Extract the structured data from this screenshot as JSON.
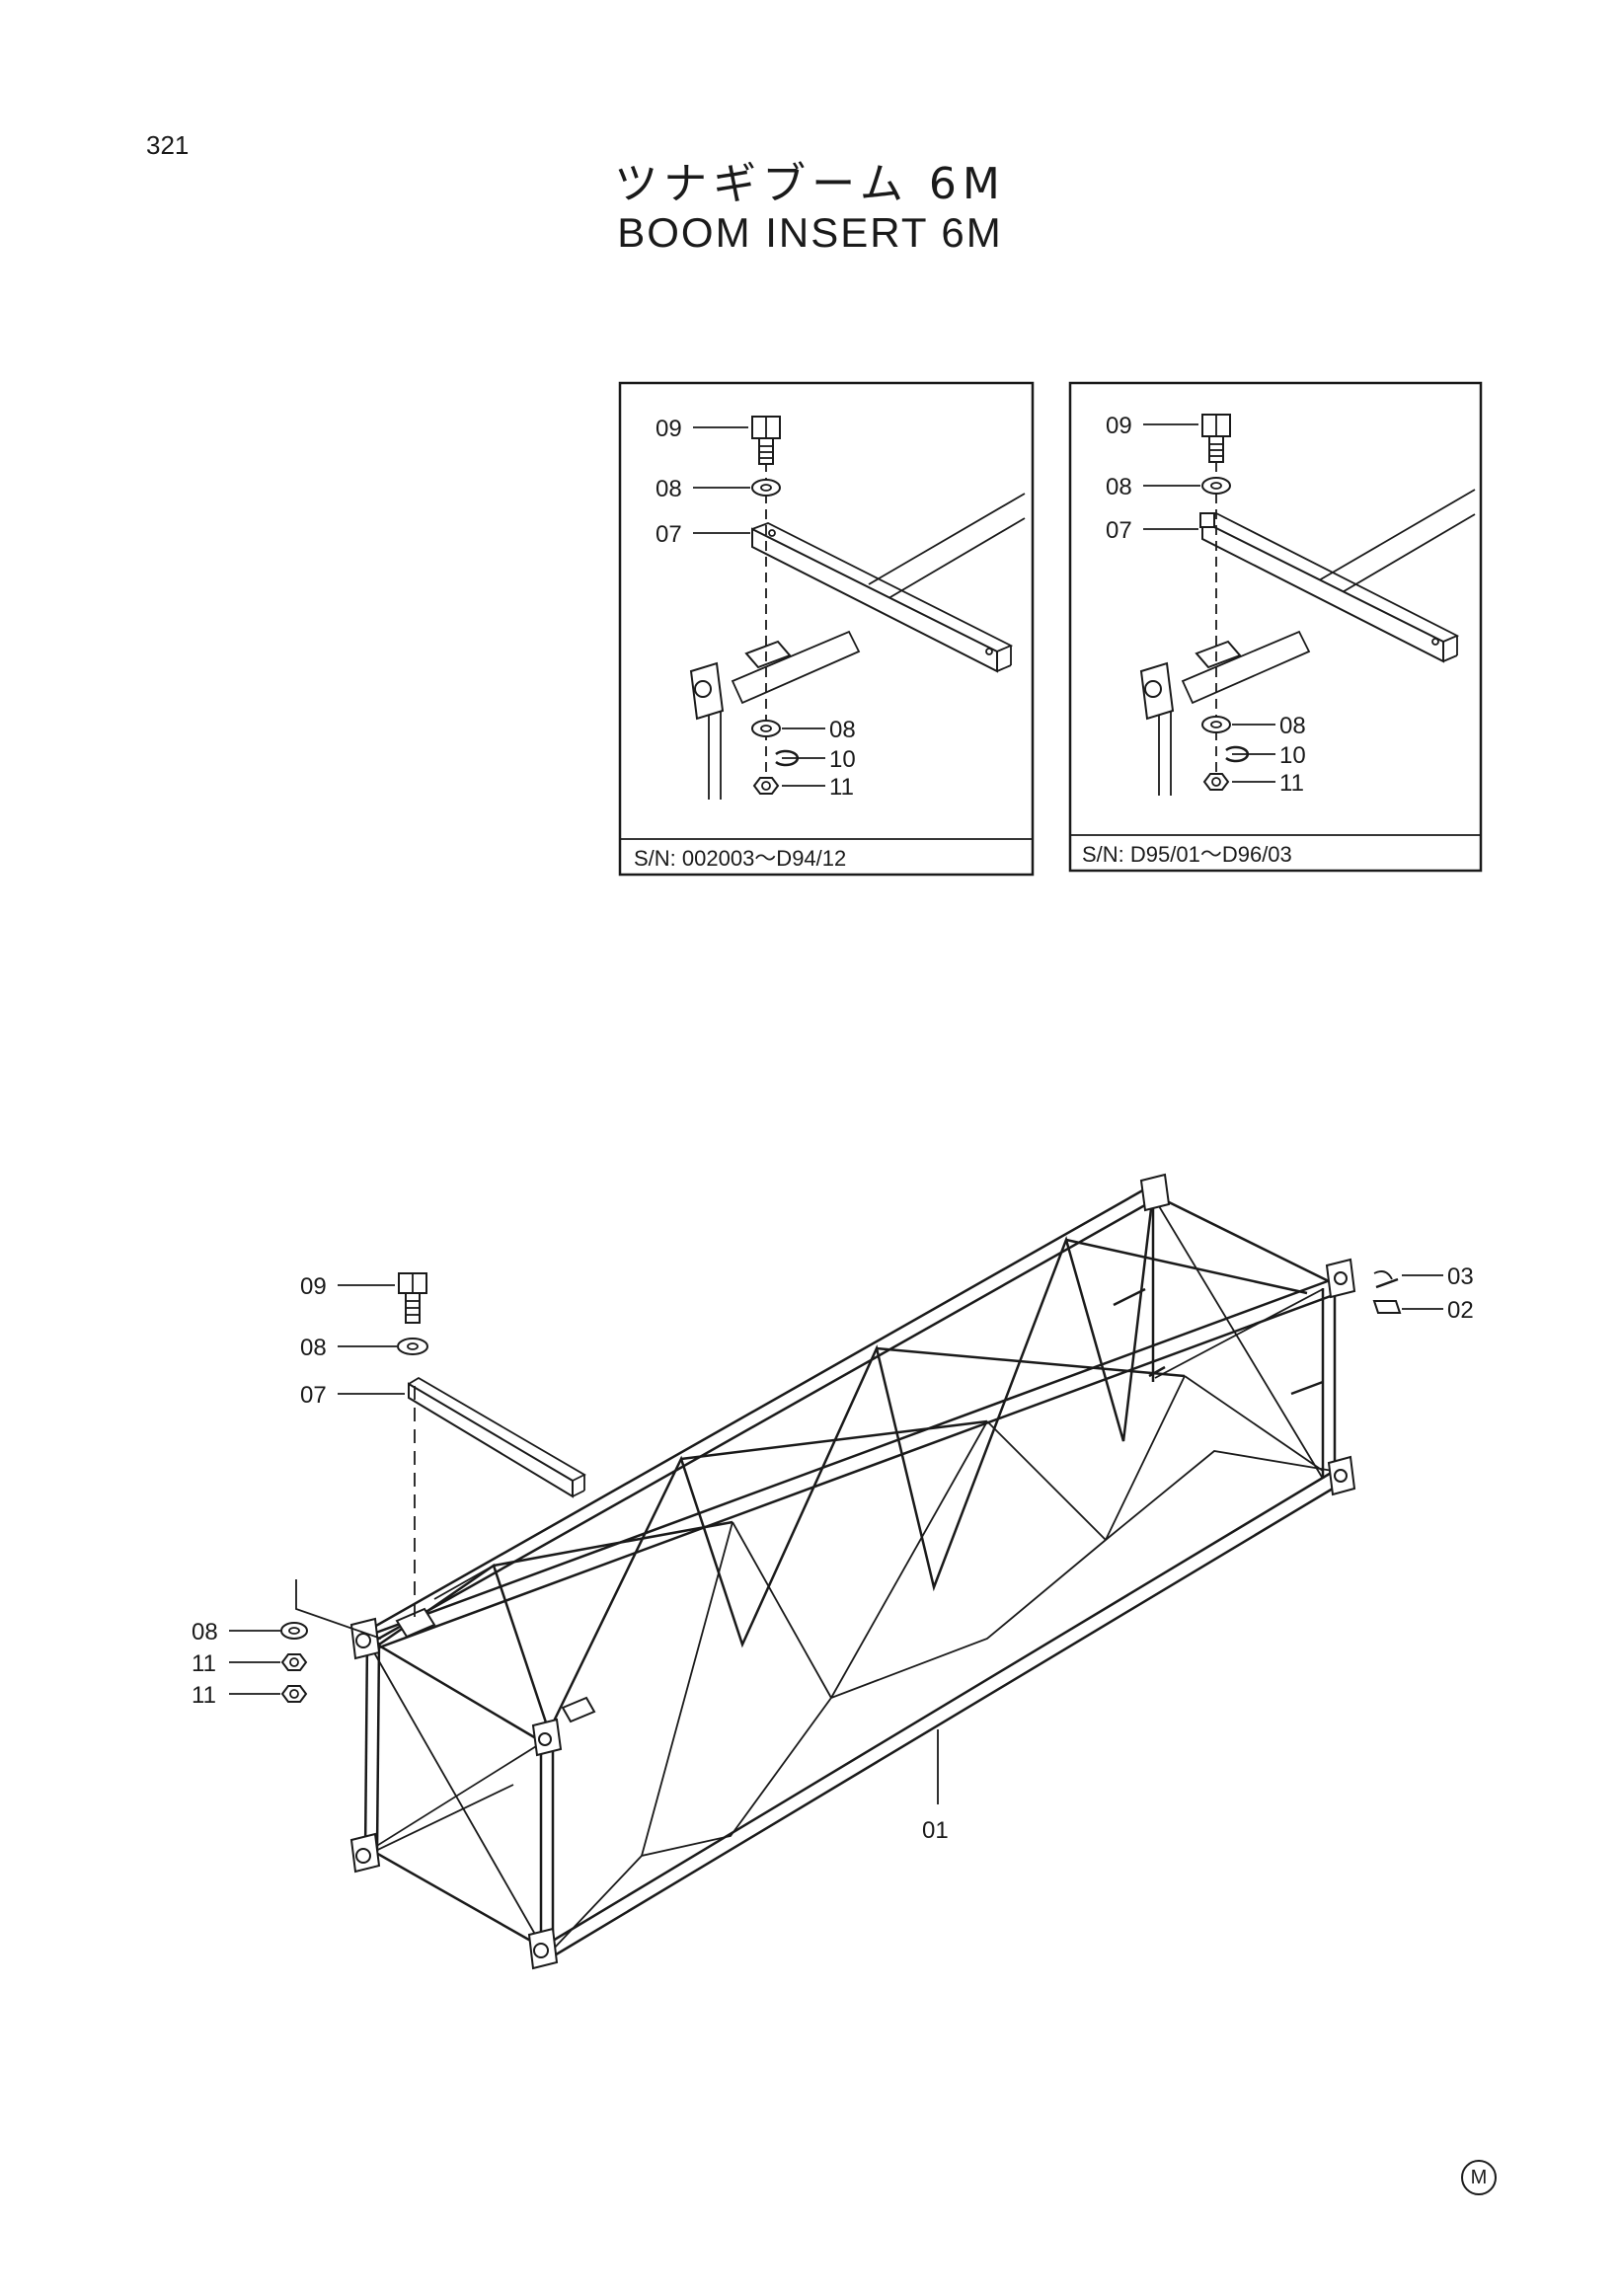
{
  "page_number": "321",
  "title_jp": "ツナギブーム 6M",
  "title_en": "BOOM INSERT 6M",
  "mark": "M",
  "inset_left": {
    "serial_range": "S/N:  002003～D94/12",
    "labels": [
      "09",
      "08",
      "07",
      "08",
      "10",
      "11"
    ]
  },
  "inset_right": {
    "serial_range": "S/N:  D95/01～D96/03",
    "labels": [
      "09",
      "08",
      "07",
      "08",
      "10",
      "11"
    ]
  },
  "main": {
    "labels": [
      "09",
      "08",
      "07",
      "08",
      "11",
      "11",
      "03",
      "02",
      "01"
    ]
  }
}
